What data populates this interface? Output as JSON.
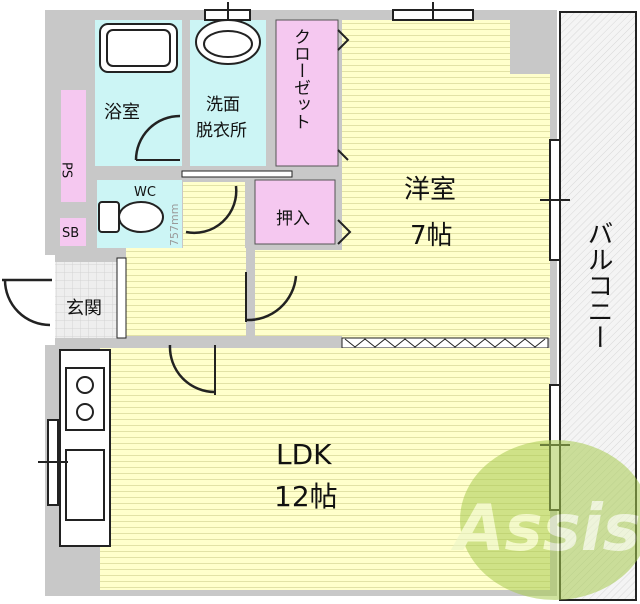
{
  "rooms": {
    "western_room": {
      "name": "洋室",
      "size": "7帖"
    },
    "ldk": {
      "name": "LDK",
      "size": "12帖"
    },
    "balcony": "バルコニー",
    "bathroom": "浴室",
    "washroom": [
      "洗面",
      "脱衣所"
    ],
    "closet": "クローゼット",
    "oshiire": "押入",
    "wc": "WC",
    "entrance": "玄関",
    "ps": "PS",
    "sb": "SB"
  },
  "annotations": {
    "wc_width": "757mm"
  },
  "logo": {
    "text": "Assist"
  },
  "colors": {
    "wall": "#c8c8c8",
    "room_floor": "#ffffcc",
    "wet_area": "#ccf5f5",
    "storage": "#f5c8f0",
    "logo_green": "#a8cc50"
  }
}
